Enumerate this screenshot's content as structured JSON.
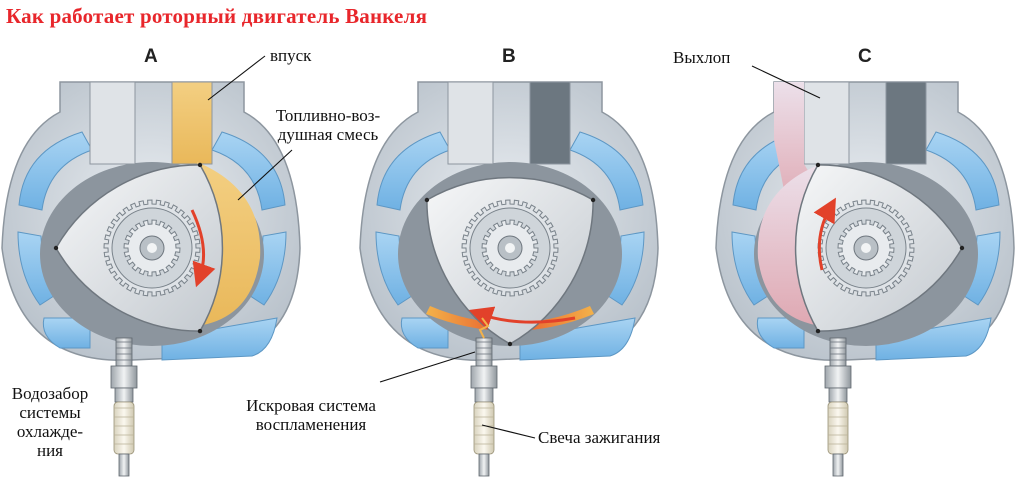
{
  "title": "Как работает роторный двигатель Ванкеля",
  "panels": [
    {
      "letter": "A"
    },
    {
      "letter": "B"
    },
    {
      "letter": "C"
    }
  ],
  "labels": {
    "intake": "впуск",
    "mixture_line1": "Топливно-воз-",
    "mixture_line2": "душная смесь",
    "exhaust": "Выхлоп",
    "coolant_line1": "Водозабор",
    "coolant_line2": "системы",
    "coolant_line3": "охлажде-",
    "coolant_line4": "ния",
    "ignition_line1": "Искровая система",
    "ignition_line2": "воспламенения",
    "spark_plug": "Свеча зажигания"
  },
  "colors": {
    "title": "#e8262b",
    "housing": "#cfd6dd",
    "housing_stroke": "#8d969f",
    "coolant": "#8ec4ec",
    "chamber_dark": "#8c959e",
    "intake_mix": "#f0c46a",
    "exhaust_gas": "#e8b8c0",
    "arrow": "#e2412a"
  }
}
